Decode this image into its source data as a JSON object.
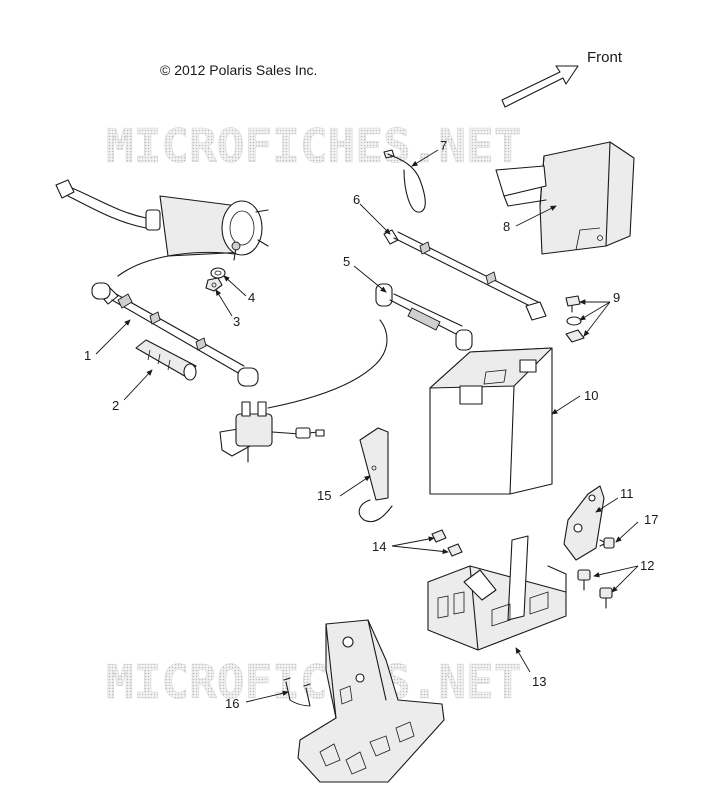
{
  "copyright": "© 2012 Polaris Sales Inc.",
  "direction_label": "Front",
  "watermark": "MICROFICHES.NET",
  "callouts": [
    "1",
    "2",
    "3",
    "4",
    "5",
    "6",
    "7",
    "8",
    "9",
    "10",
    "11",
    "12",
    "13",
    "14",
    "15",
    "16",
    "17"
  ]
}
